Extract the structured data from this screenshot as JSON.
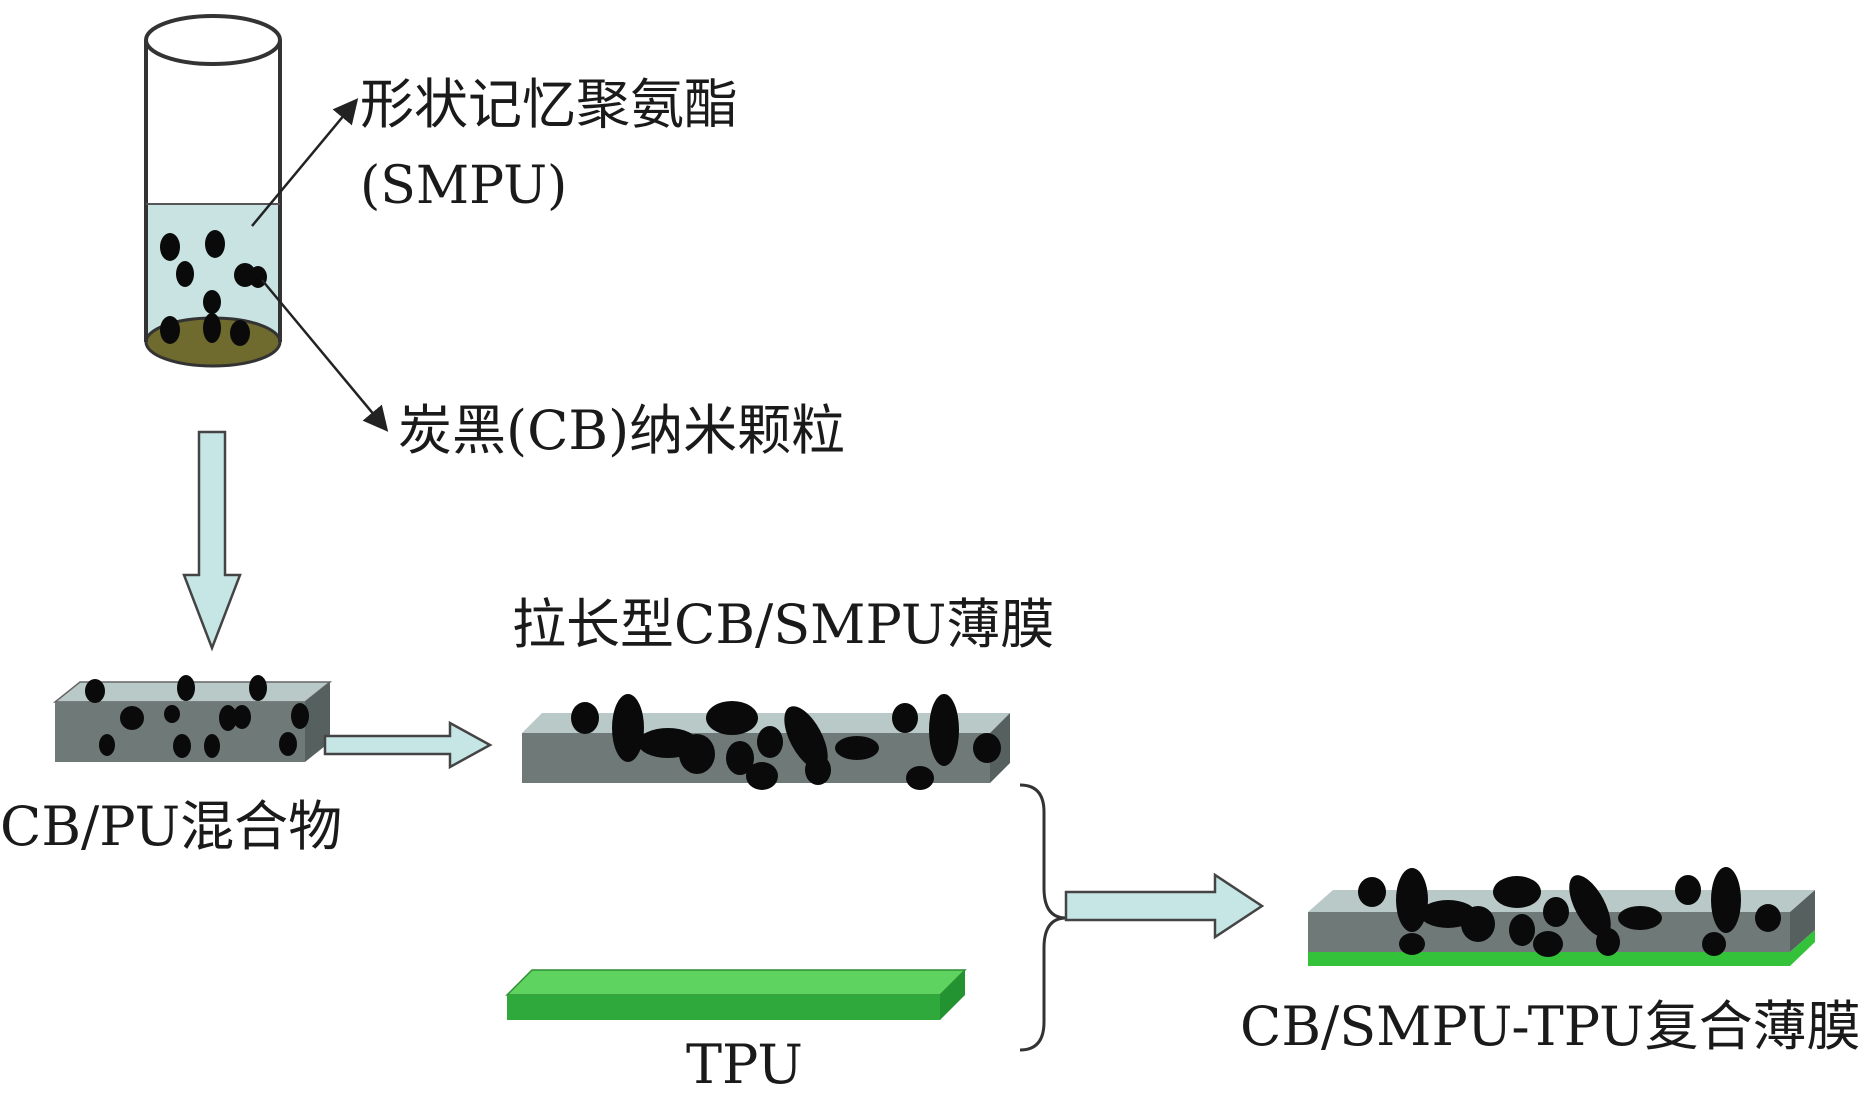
{
  "labels": {
    "smpu_cn": "形状记忆聚氨酯",
    "smpu_en": "(SMPU)",
    "cb_particles": "炭黑(CB)纳米颗粒",
    "stretched_film": "拉长型CB/SMPU薄膜",
    "cbpu_mixture": "CB/PU混合物",
    "tpu": "TPU",
    "composite_film": "CB/SMPU-TPU复合薄膜"
  },
  "colors": {
    "liquid": "#c9e3e3",
    "sediment": "#6f6a2e",
    "film_top": "#b9c9c7",
    "film_front": "#6f7a78",
    "tpu_top": "#5fd35f",
    "tpu_front": "#2fa83c",
    "arrow_fill": "#c6e6e6",
    "particle": "#0a0a0a"
  }
}
